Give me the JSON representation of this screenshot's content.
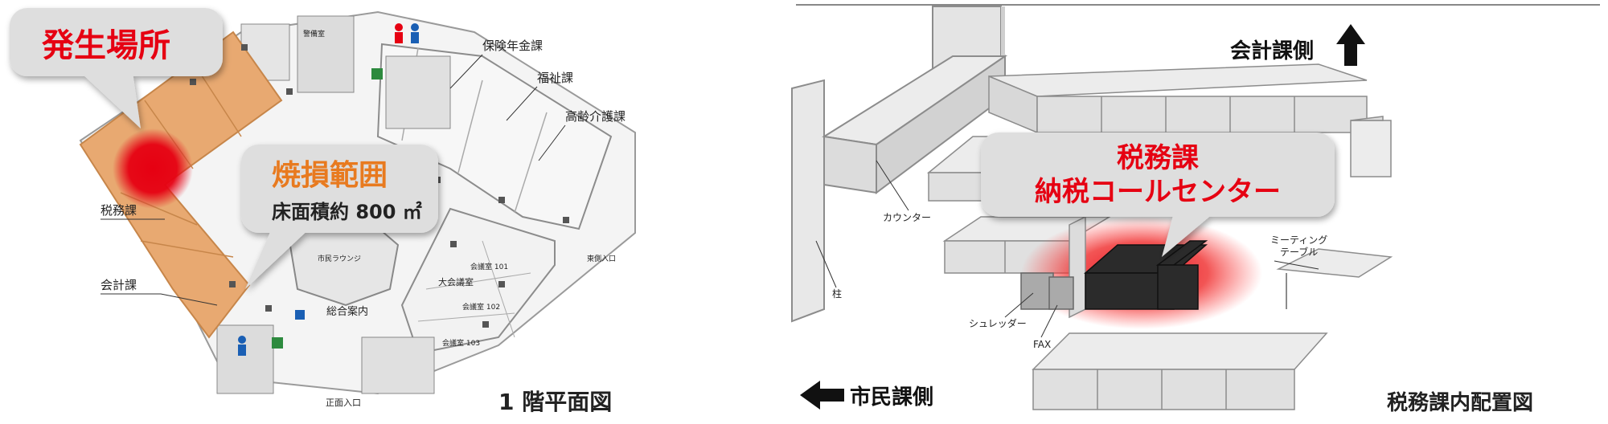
{
  "colors": {
    "damage": "#e8a971",
    "damage_edge": "#c7864a",
    "fire": "#e60012",
    "callout_fill": "#dedede",
    "orange_text": "#e87a1f",
    "red_text": "#e60012",
    "wall": "#8c8c8c",
    "floor": "#ececec",
    "desk_black": "#2b2b2b"
  },
  "left_plan": {
    "callout_origin": "発生場所",
    "callout_damage_title": "焼損範囲",
    "callout_damage_area": "床面積約 800 ㎡",
    "rooms": {
      "guard": "警備室",
      "pension": "保険年金課",
      "welfare": "福祉課",
      "elderly": "高齢介護課",
      "tax": "税務課",
      "accounting": "会計課",
      "lounge": "市民ラウンジ",
      "hall": "大会議室",
      "meeting101": "会議室 101",
      "meeting102": "会議室 102",
      "meeting103": "会議室 103",
      "info": "総合案内",
      "east_entrance": "東側入口",
      "main_entrance": "正面入口"
    },
    "caption": "1 階平面図"
  },
  "right_plan": {
    "callout_line1": "税務課",
    "callout_line2": "納税コールセンター",
    "arrow_up_label": "会計課側",
    "arrow_left_label": "市民課側",
    "labels": {
      "counter": "カウンター",
      "pillar": "柱",
      "meeting_table_line1": "ミーティング",
      "meeting_table_line2": "テーブル",
      "shredder": "シュレッダー",
      "fax": "FAX"
    },
    "caption": "税務課内配置図"
  }
}
